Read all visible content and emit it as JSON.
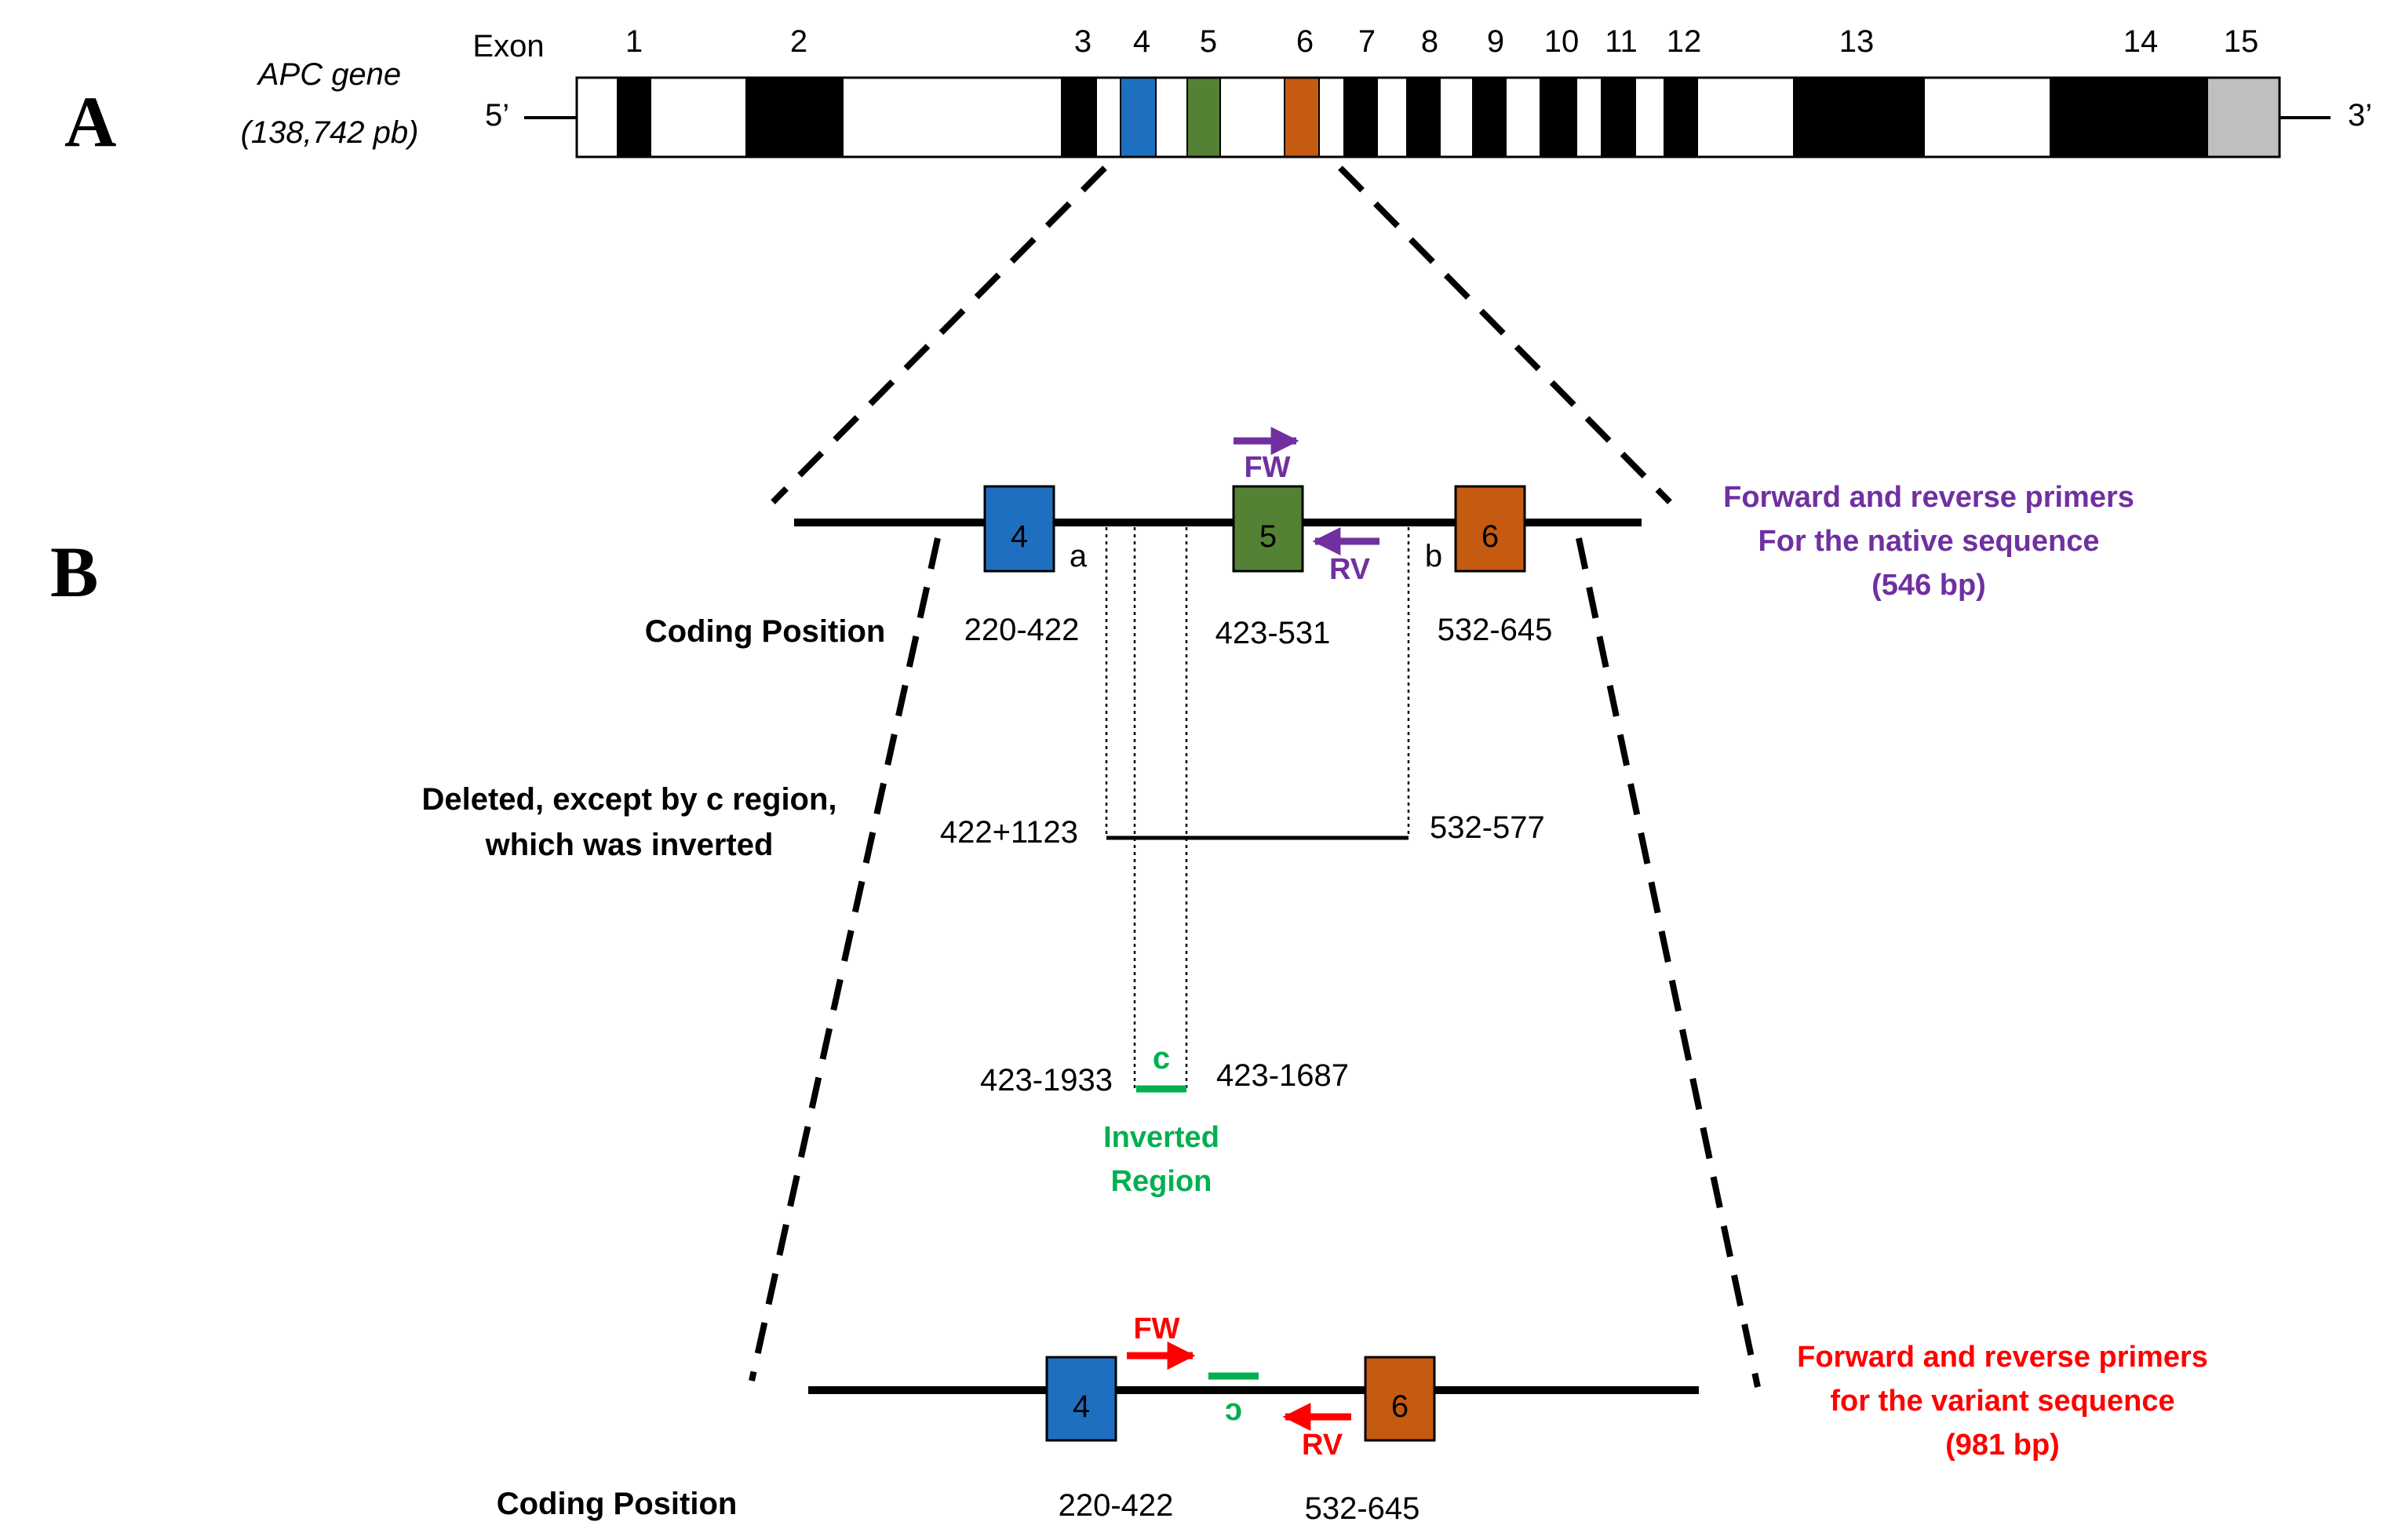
{
  "panel_a": {
    "letter": "A",
    "gene_name": "APC gene",
    "gene_size": "(138,742 pb)",
    "exon_heading": "Exon",
    "five_prime": "5’",
    "three_prime": "3’",
    "exons": [
      "1",
      "2",
      "3",
      "4",
      "5",
      "6",
      "7",
      "8",
      "9",
      "10",
      "11",
      "12",
      "13",
      "14",
      "15"
    ]
  },
  "panel_b": {
    "letter": "B",
    "native": {
      "exon_left": "4",
      "exon_mid": "5",
      "exon_right": "6",
      "fw": "FW",
      "rv": "RV",
      "junction_a": "a",
      "junction_b": "b",
      "coding_label": "Coding Position",
      "pos_left": "220-422",
      "pos_mid": "423-531",
      "pos_right": "532-645",
      "primer_note": [
        "Forward and reverse primers",
        "For the native sequence",
        "(546 bp)"
      ]
    },
    "deletion": {
      "label": [
        "Deleted, except by c region,",
        "which was inverted"
      ],
      "left": "422+1123",
      "right": "532-577"
    },
    "inversion": {
      "c": "c",
      "left": "423-1933",
      "right": "423-1687",
      "label": [
        "Inverted",
        "Region"
      ]
    },
    "variant": {
      "exon_left": "4",
      "exon_right": "6",
      "fw": "FW",
      "rv": "RV",
      "c_flipped": "c",
      "coding_label": "Coding Position",
      "pos_left": "220-422",
      "pos_right": "532-645",
      "primer_note": [
        "Forward and reverse primers",
        "for the variant sequence",
        "(981 bp)"
      ]
    }
  },
  "colors": {
    "exon4": "#1f6fc0",
    "exon5": "#548235",
    "exon6": "#c55a11",
    "exon15": "#bfbfbf",
    "native_primer": "#7030a0",
    "variant_primer": "#ff0000",
    "inverted_region": "#00b050"
  }
}
